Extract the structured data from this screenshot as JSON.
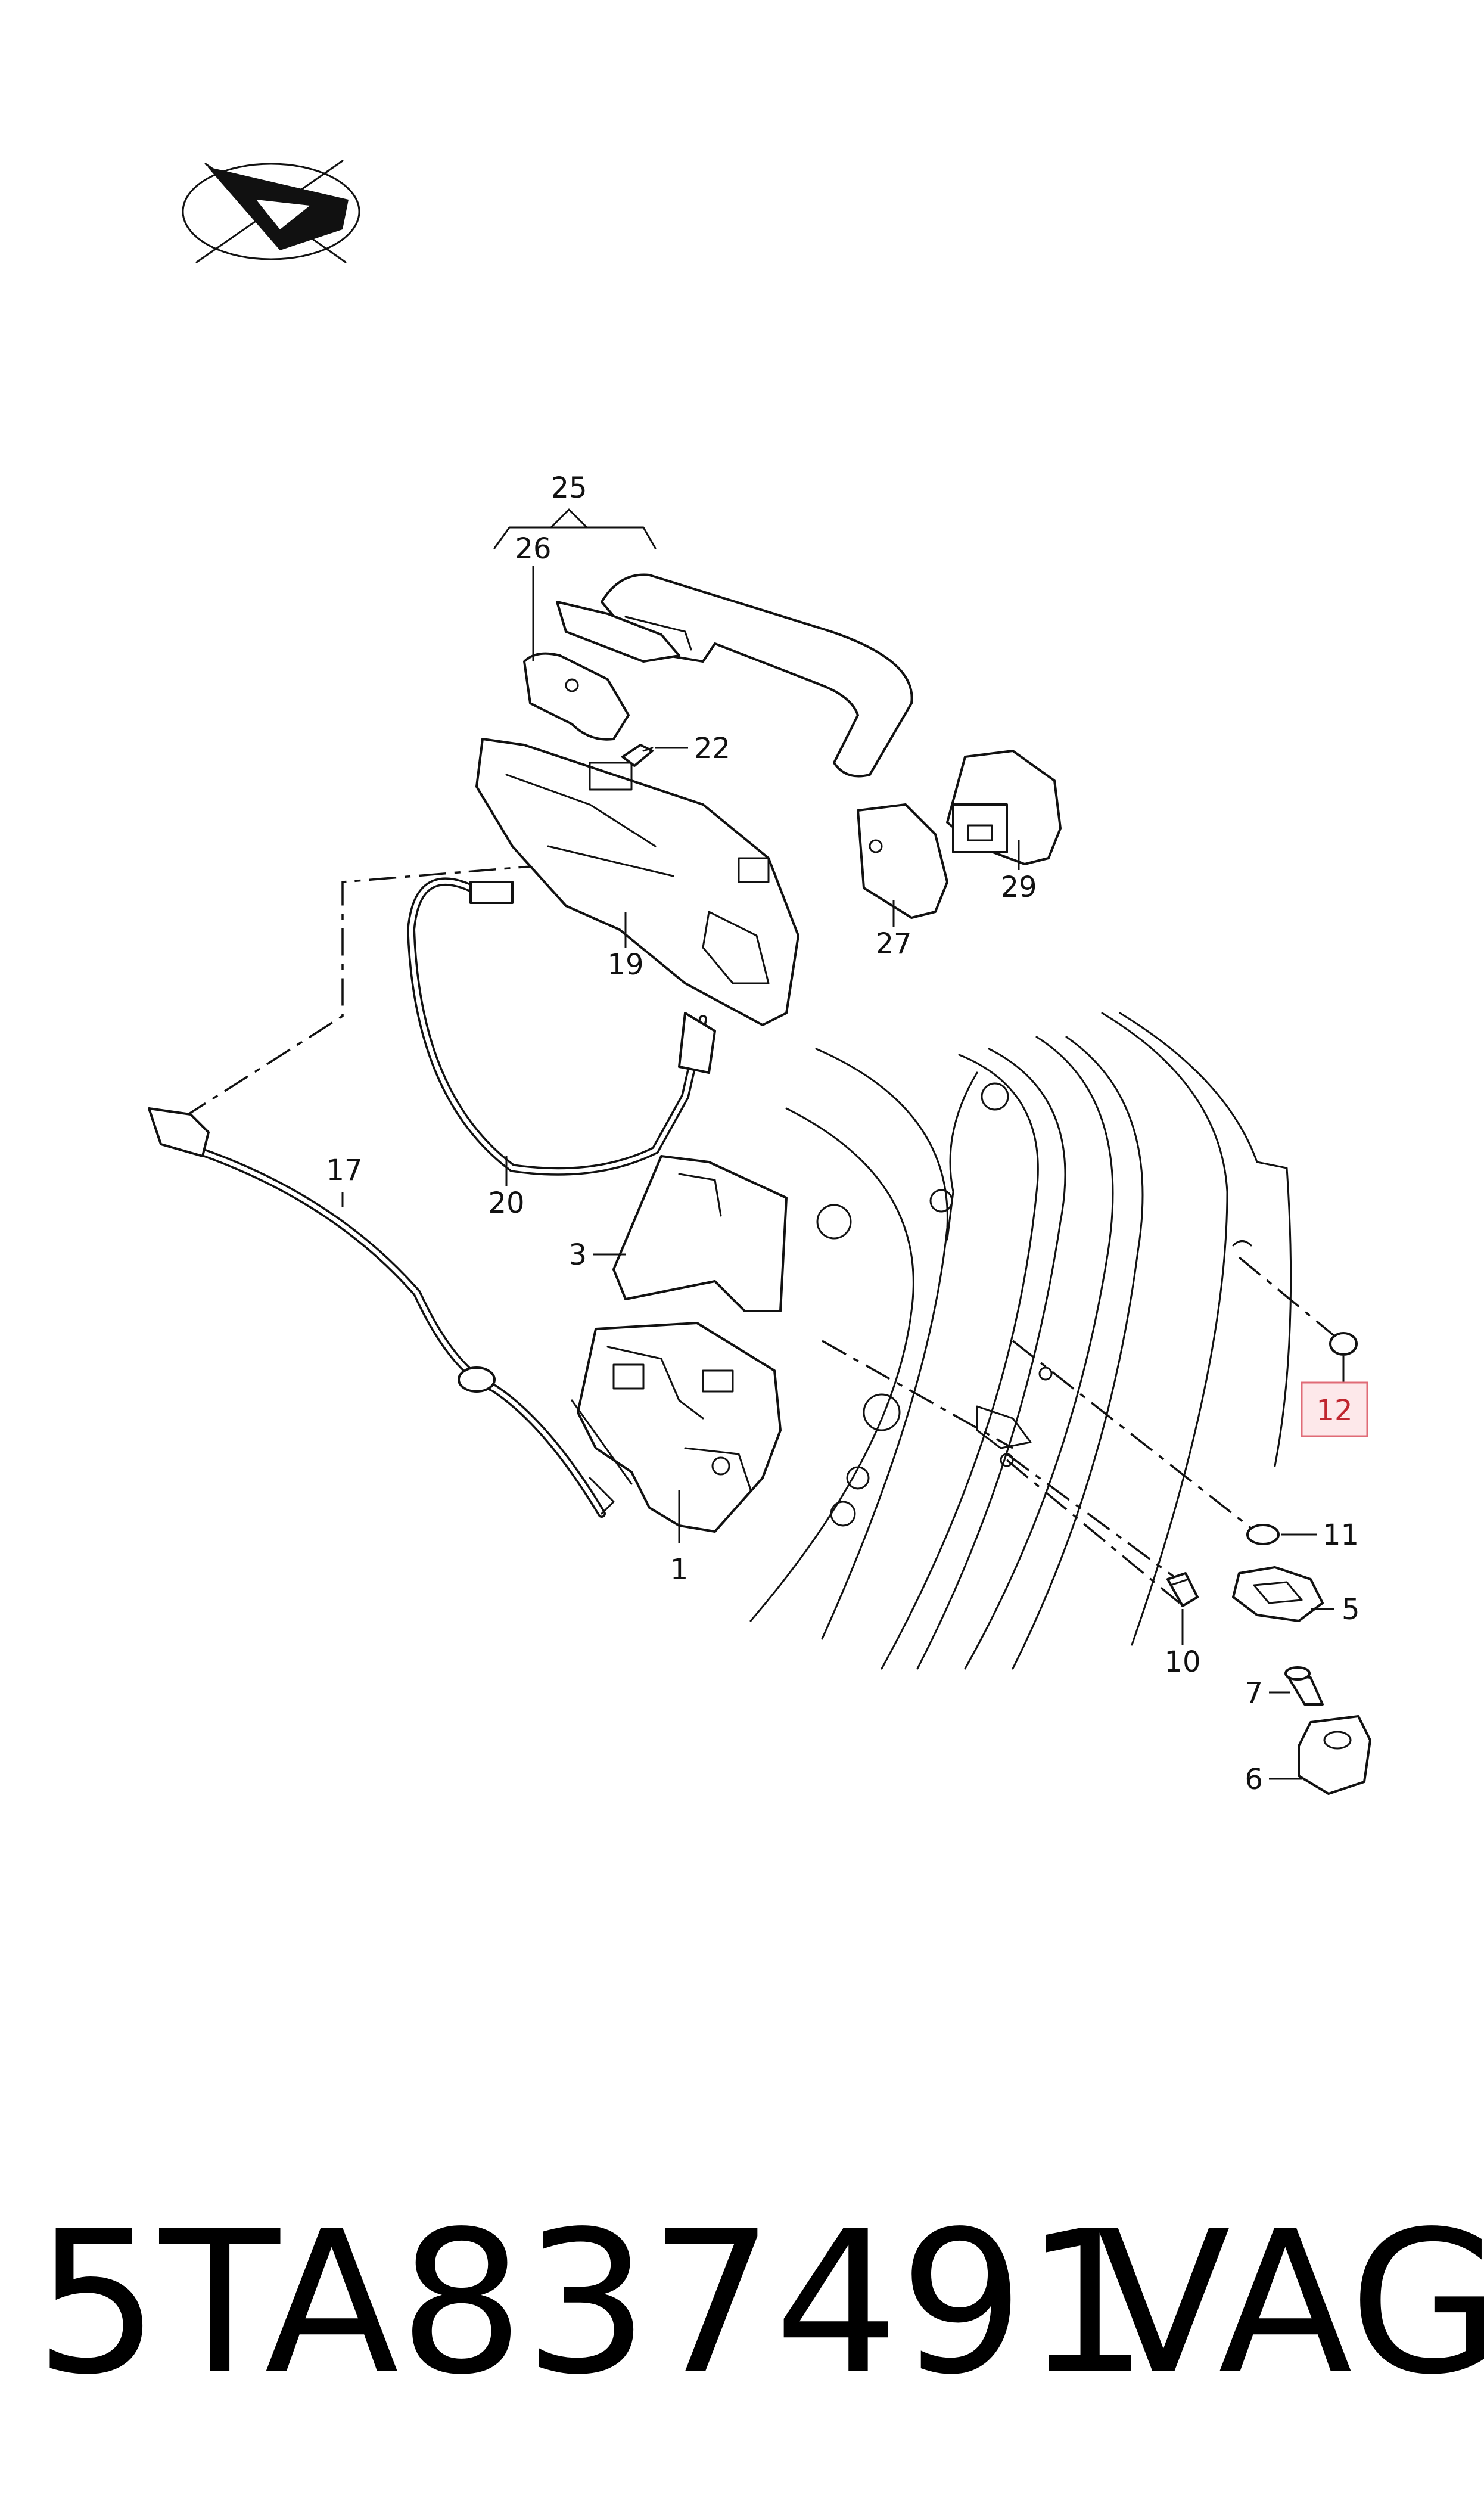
{
  "diagram": {
    "callouts": {
      "c1": "1",
      "c3": "3",
      "c5": "5",
      "c6": "6",
      "c7": "7",
      "c10": "10",
      "c11": "11",
      "c12": "12",
      "c17": "17",
      "c19": "19",
      "c20": "20",
      "c22": "22",
      "c25": "25",
      "c26": "26",
      "c27": "27",
      "c29": "29"
    },
    "highlighted_callout": "12",
    "highlight_color": "#e06b77",
    "orientation_icon": "orientation-arrow-icon"
  },
  "footer": {
    "part_number": "5TA837491",
    "brand": "VAG"
  }
}
